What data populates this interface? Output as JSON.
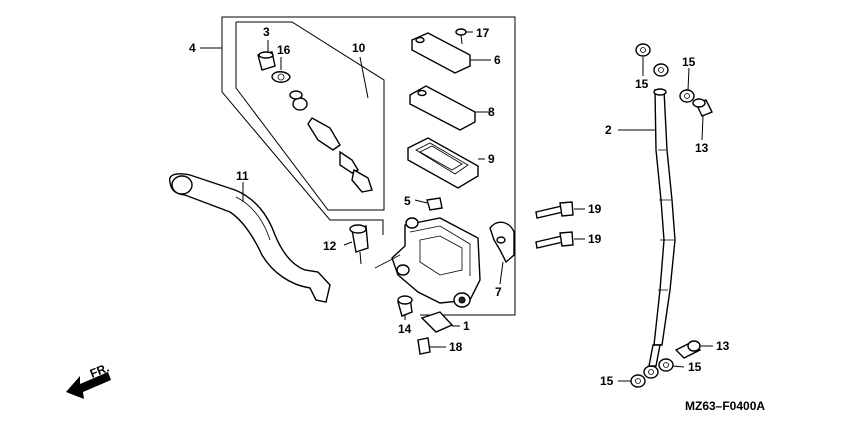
{
  "diagram": {
    "labels": [
      {
        "key": "p1",
        "text": "1"
      },
      {
        "key": "p2",
        "text": "2"
      },
      {
        "key": "p3",
        "text": "3"
      },
      {
        "key": "p4",
        "text": "4"
      },
      {
        "key": "p5",
        "text": "5"
      },
      {
        "key": "p6",
        "text": "6"
      },
      {
        "key": "p7",
        "text": "7"
      },
      {
        "key": "p8",
        "text": "8"
      },
      {
        "key": "p9",
        "text": "9"
      },
      {
        "key": "p10",
        "text": "10"
      },
      {
        "key": "p11",
        "text": "11"
      },
      {
        "key": "p12",
        "text": "12"
      },
      {
        "key": "p13a",
        "text": "13"
      },
      {
        "key": "p13b",
        "text": "13"
      },
      {
        "key": "p14",
        "text": "14"
      },
      {
        "key": "p15a",
        "text": "15"
      },
      {
        "key": "p15b",
        "text": "15"
      },
      {
        "key": "p15c",
        "text": "15"
      },
      {
        "key": "p15d",
        "text": "15"
      },
      {
        "key": "p16",
        "text": "16"
      },
      {
        "key": "p17",
        "text": "17"
      },
      {
        "key": "p18",
        "text": "18"
      },
      {
        "key": "p19a",
        "text": "19"
      },
      {
        "key": "p19b",
        "text": "19"
      }
    ],
    "direction_label": "FR.",
    "drawing_code": "MZ63–F0400A"
  }
}
